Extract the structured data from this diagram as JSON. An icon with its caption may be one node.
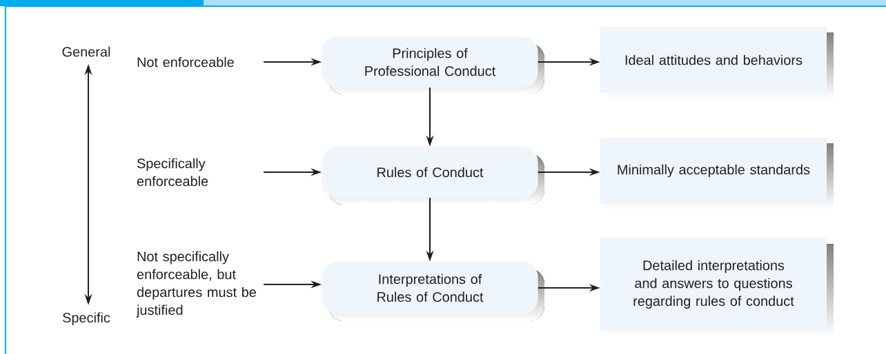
{
  "diagram": {
    "nodes": [
      {
        "text": [
          "Not enforceable"
        ]
      },
      {
        "text": [
          "Principles of Professional Conduct"
        ]
      },
      {
        "text": [
          "Ideal attitudes and behaviors"
        ]
      },
      {
        "text": [
          "Specifically enforceable"
        ]
      },
      {
        "text": [
          "Rules of Conduct"
        ]
      },
      {
        "text": [
          "Minimally acceptable standards"
        ]
      },
      {
        "text": [
          "Not specifically enforceable, but departures must be justified"
        ]
      },
      {
        "text": [
          "Interpretations of Rules of Conduct"
        ]
      },
      {
        "text": [
          "Detailed interpretations and answers to questions regarding rules of conduct"
        ]
      }
    ],
    "edges": [
      {
        "from": 0,
        "to": 1,
        "arrow": "to"
      },
      {
        "from": 1,
        "to": 2,
        "arrow": "to"
      },
      {
        "from": 1,
        "to": 4,
        "arrow": "to"
      },
      {
        "from": 3,
        "to": 4,
        "arrow": "to"
      },
      {
        "from": 4,
        "to": 5,
        "arrow": "to"
      },
      {
        "from": 4,
        "to": 7,
        "arrow": "to"
      },
      {
        "from": 6,
        "to": 7,
        "arrow": "to"
      },
      {
        "from": 7,
        "to": 8,
        "arrow": "to"
      }
    ],
    "labels": [
      "General",
      "Specific"
    ]
  }
}
